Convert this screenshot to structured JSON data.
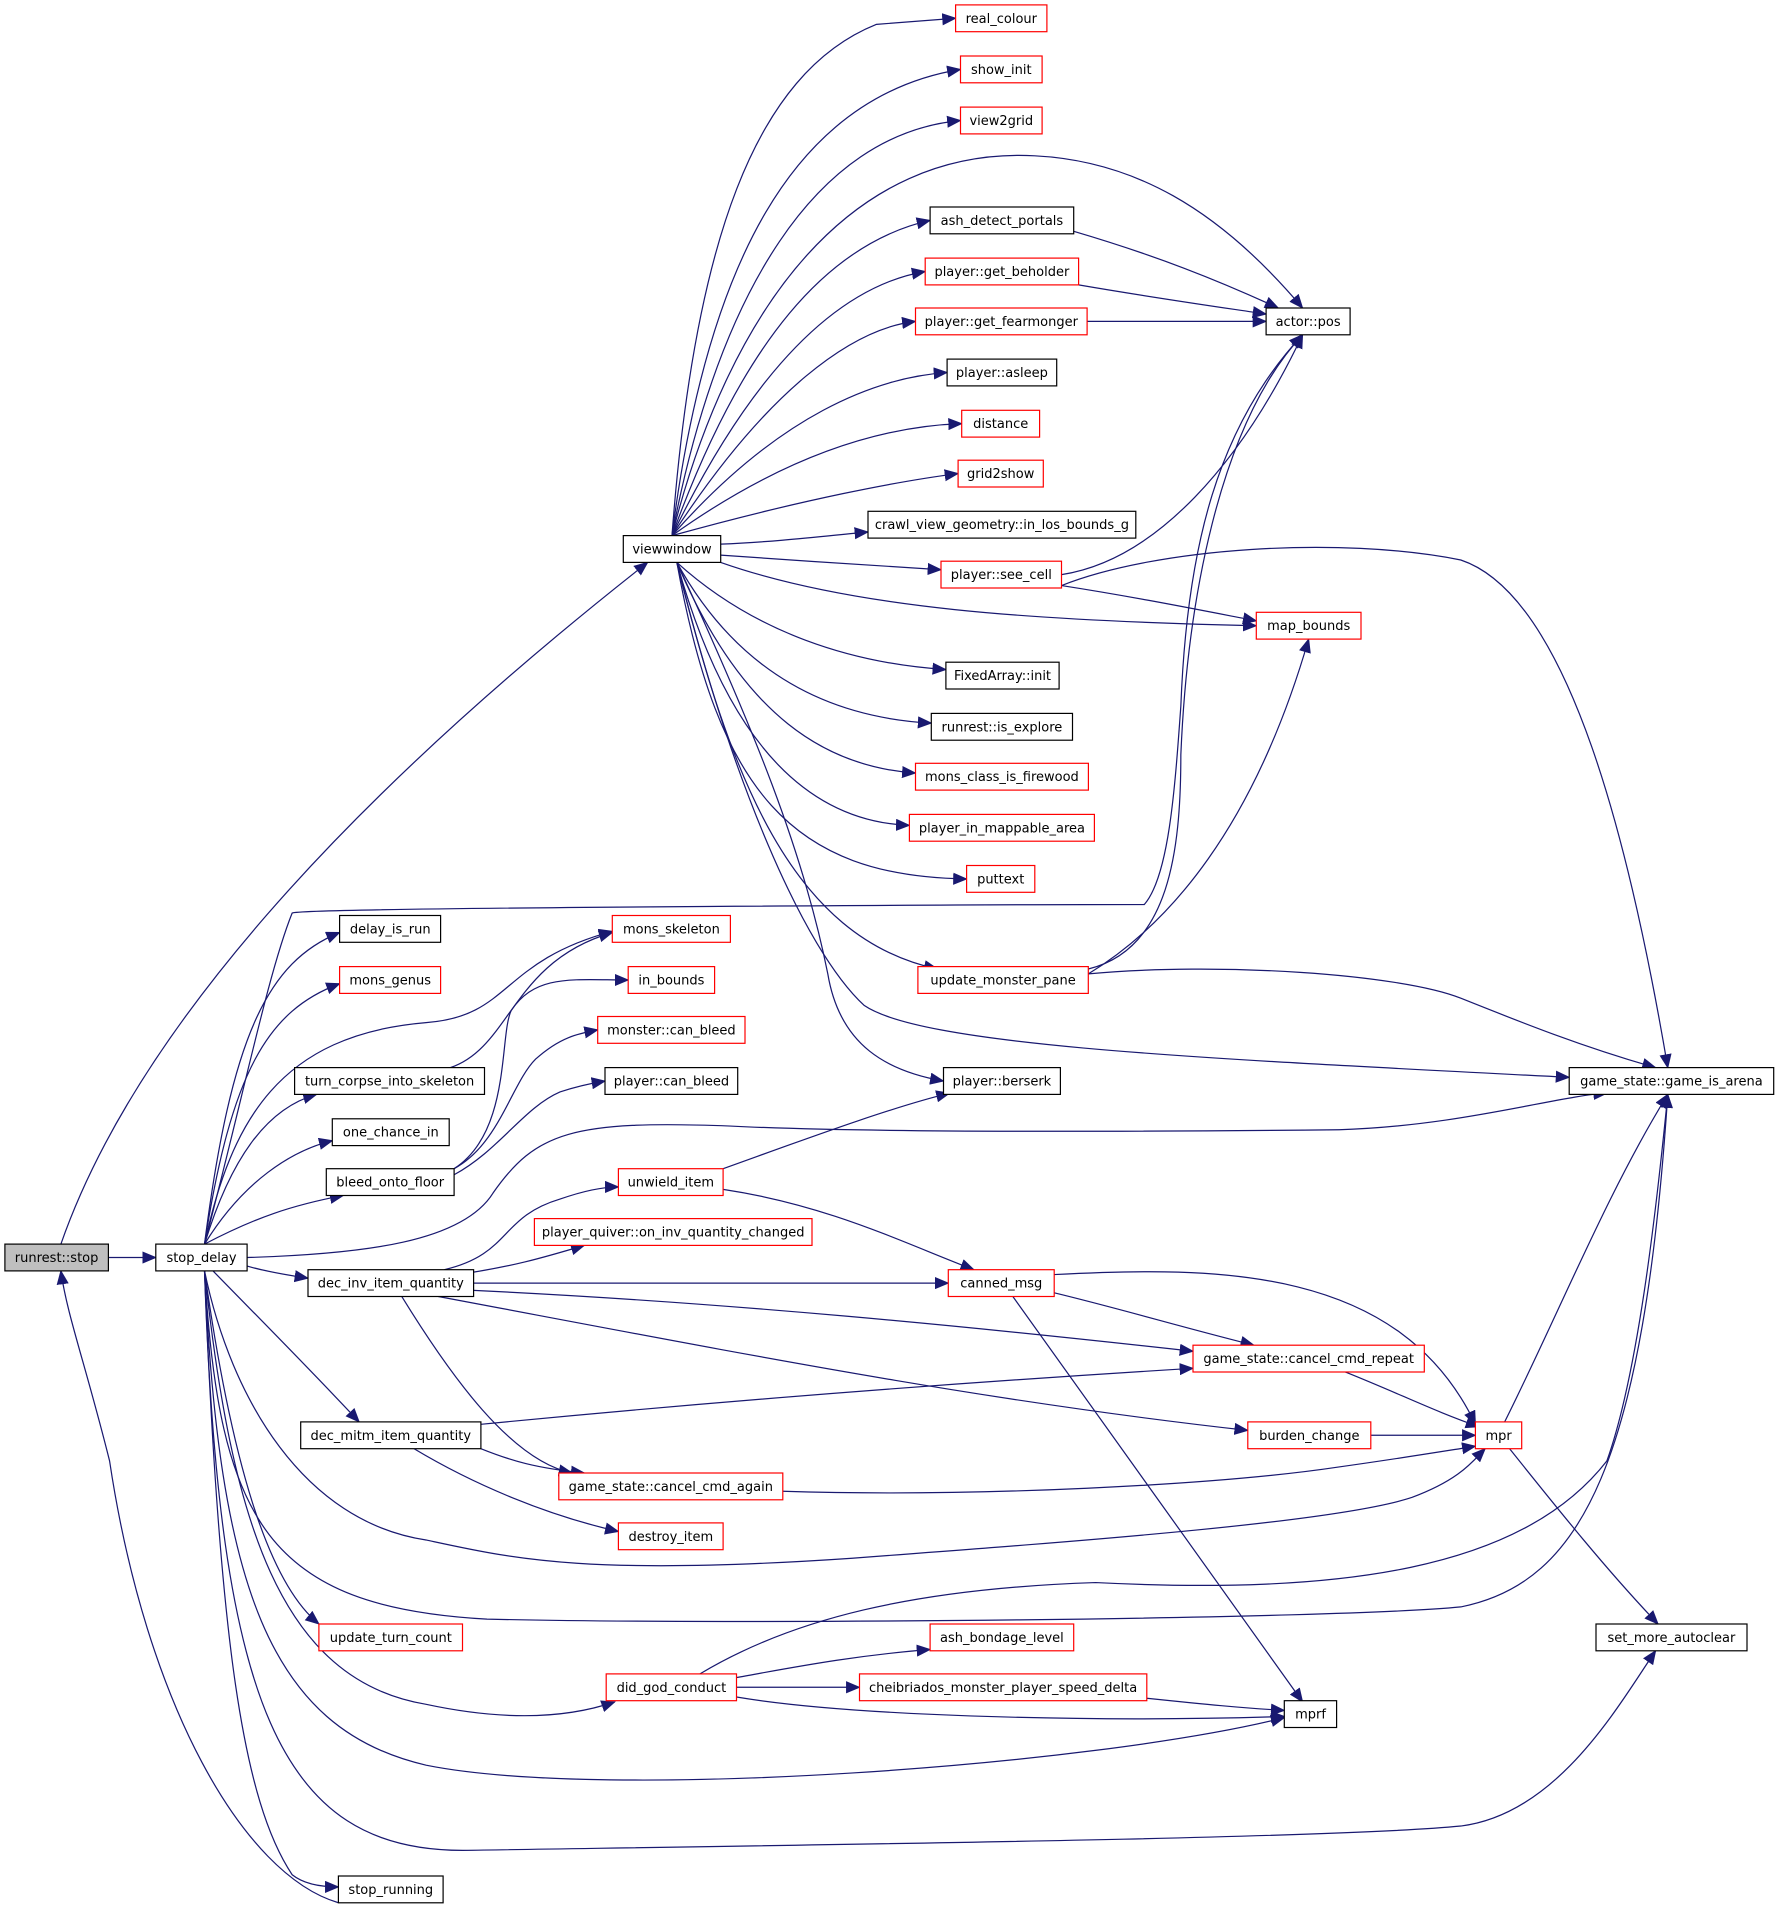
{
  "colors": {
    "edge": "#191970",
    "leaf_border": "#ff0000",
    "normal_border": "#000000",
    "root_fill": "#bfbfbf",
    "background": "#ffffff"
  },
  "nodes": [
    {
      "id": "runrest_stop",
      "label": "runrest::stop",
      "style": "root"
    },
    {
      "id": "stop_delay",
      "label": "stop_delay",
      "style": "normal"
    },
    {
      "id": "viewwindow",
      "label": "viewwindow",
      "style": "normal"
    },
    {
      "id": "real_colour",
      "label": "real_colour",
      "style": "red"
    },
    {
      "id": "show_init",
      "label": "show_init",
      "style": "red"
    },
    {
      "id": "view2grid",
      "label": "view2grid",
      "style": "red"
    },
    {
      "id": "ash_detect_portals",
      "label": "ash_detect_portals",
      "style": "normal"
    },
    {
      "id": "get_beholder",
      "label": "player::get_beholder",
      "style": "red"
    },
    {
      "id": "get_fearmonger",
      "label": "player::get_fearmonger",
      "style": "red"
    },
    {
      "id": "actor_pos",
      "label": "actor::pos",
      "style": "normal"
    },
    {
      "id": "player_asleep",
      "label": "player::asleep",
      "style": "normal"
    },
    {
      "id": "distance",
      "label": "distance",
      "style": "red"
    },
    {
      "id": "grid2show",
      "label": "grid2show",
      "style": "red"
    },
    {
      "id": "in_los_bounds",
      "label": "crawl_view_geometry::in_los_bounds_g",
      "style": "normal"
    },
    {
      "id": "see_cell",
      "label": "player::see_cell",
      "style": "red"
    },
    {
      "id": "map_bounds",
      "label": "map_bounds",
      "style": "red"
    },
    {
      "id": "fixedarray_init",
      "label": "FixedArray::init",
      "style": "normal"
    },
    {
      "id": "is_explore",
      "label": "runrest::is_explore",
      "style": "normal"
    },
    {
      "id": "mons_class_is_firewood",
      "label": "mons_class_is_firewood",
      "style": "red"
    },
    {
      "id": "player_in_mappable_area",
      "label": "player_in_mappable_area",
      "style": "red"
    },
    {
      "id": "puttext",
      "label": "puttext",
      "style": "red"
    },
    {
      "id": "delay_is_run",
      "label": "delay_is_run",
      "style": "normal"
    },
    {
      "id": "mons_skeleton",
      "label": "mons_skeleton",
      "style": "red"
    },
    {
      "id": "mons_genus",
      "label": "mons_genus",
      "style": "red"
    },
    {
      "id": "in_bounds",
      "label": "in_bounds",
      "style": "red"
    },
    {
      "id": "update_monster_pane",
      "label": "update_monster_pane",
      "style": "red"
    },
    {
      "id": "monster_can_bleed",
      "label": "monster::can_bleed",
      "style": "red"
    },
    {
      "id": "turn_corpse_into_skeleton",
      "label": "turn_corpse_into_skeleton",
      "style": "normal"
    },
    {
      "id": "player_can_bleed",
      "label": "player::can_bleed",
      "style": "normal"
    },
    {
      "id": "player_berserk",
      "label": "player::berserk",
      "style": "normal"
    },
    {
      "id": "game_is_arena",
      "label": "game_state::game_is_arena",
      "style": "normal"
    },
    {
      "id": "one_chance_in",
      "label": "one_chance_in",
      "style": "normal"
    },
    {
      "id": "bleed_onto_floor",
      "label": "bleed_onto_floor",
      "style": "normal"
    },
    {
      "id": "unwield_item",
      "label": "unwield_item",
      "style": "red"
    },
    {
      "id": "on_inv_quantity_changed",
      "label": "player_quiver::on_inv_quantity_changed",
      "style": "red"
    },
    {
      "id": "dec_inv_item_quantity",
      "label": "dec_inv_item_quantity",
      "style": "normal"
    },
    {
      "id": "canned_msg",
      "label": "canned_msg",
      "style": "red"
    },
    {
      "id": "cancel_cmd_repeat",
      "label": "game_state::cancel_cmd_repeat",
      "style": "red"
    },
    {
      "id": "dec_mitm_item_quantity",
      "label": "dec_mitm_item_quantity",
      "style": "normal"
    },
    {
      "id": "burden_change",
      "label": "burden_change",
      "style": "red"
    },
    {
      "id": "mpr",
      "label": "mpr",
      "style": "red"
    },
    {
      "id": "cancel_cmd_again",
      "label": "game_state::cancel_cmd_again",
      "style": "red"
    },
    {
      "id": "destroy_item",
      "label": "destroy_item",
      "style": "red"
    },
    {
      "id": "update_turn_count",
      "label": "update_turn_count",
      "style": "red"
    },
    {
      "id": "ash_bondage_level",
      "label": "ash_bondage_level",
      "style": "red"
    },
    {
      "id": "set_more_autoclear",
      "label": "set_more_autoclear",
      "style": "normal"
    },
    {
      "id": "did_god_conduct",
      "label": "did_god_conduct",
      "style": "red"
    },
    {
      "id": "cheibriados_speed_delta",
      "label": "cheibriados_monster_player_speed_delta",
      "style": "red"
    },
    {
      "id": "mprf",
      "label": "mprf",
      "style": "normal"
    },
    {
      "id": "stop_running",
      "label": "stop_running",
      "style": "normal"
    }
  ]
}
